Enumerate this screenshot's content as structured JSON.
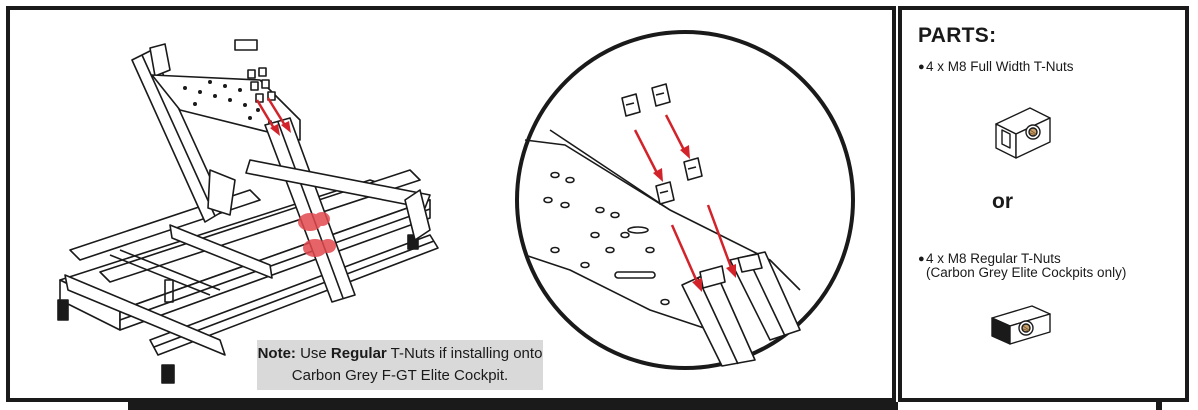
{
  "note": {
    "label": "Note:",
    "text_1": " Use ",
    "emphasis": "Regular",
    "text_2": " T-Nuts if installing onto",
    "line_2": "Carbon Grey F-GT Elite Cockpit."
  },
  "parts": {
    "title": "PARTS:",
    "item_1": "4 x M8 Full Width T-Nuts",
    "or": "or",
    "item_2_line_1": "4 x M8 Regular T-Nuts",
    "item_2_line_2": "(Carbon Grey Elite Cockpits only)"
  },
  "colors": {
    "arrow": "#d2232a",
    "line": "#1a1a1a",
    "note_bg": "#d9d9d9"
  }
}
